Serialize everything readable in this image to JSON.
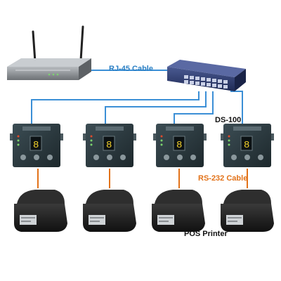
{
  "labels": {
    "rj45": "RJ-45 Cable",
    "device": "DS-100",
    "rs232": "RS-232 Cable",
    "printer": "POS Printer"
  },
  "colors": {
    "ethernet_cable": "#3b8fd6",
    "serial_cable": "#e27219",
    "device_body": "#2b3a40",
    "printer_body": "#1c1c1c",
    "router_body": "#8a8e92",
    "switch_body": "#2d3a6e"
  },
  "icons": {
    "router": "router-icon",
    "switch": "network-switch-icon",
    "device_server": "serial-device-server-icon",
    "printer": "pos-printer-icon"
  },
  "topology": {
    "device_count": 4,
    "printer_count": 4
  }
}
